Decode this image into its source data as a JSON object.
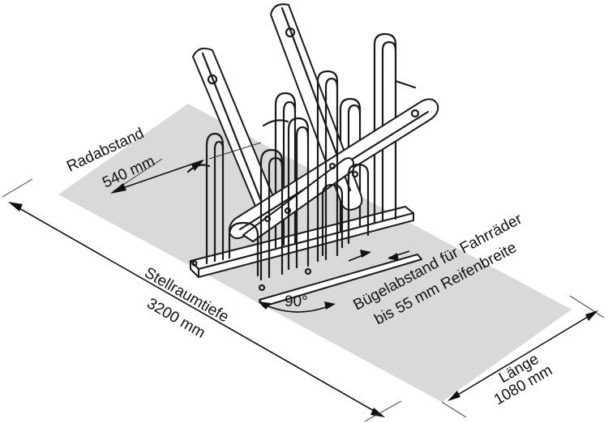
{
  "diagram": {
    "labels": {
      "wheel_spacing_title": "Radabstand",
      "wheel_spacing_value": "540 mm",
      "depth_title": "Stellraumtiefe",
      "depth_value": "3200 mm",
      "angle": "90°",
      "bracket_line1": "Bügelabstand für Fahrräder",
      "bracket_line2": "bis 55 mm Reifenbreite",
      "length_title": "Länge",
      "length_value": "1080 mm"
    },
    "colors": {
      "floor_area": "#d9d9d9",
      "lines": "#1a1a1a",
      "background": "#ffffff"
    }
  }
}
